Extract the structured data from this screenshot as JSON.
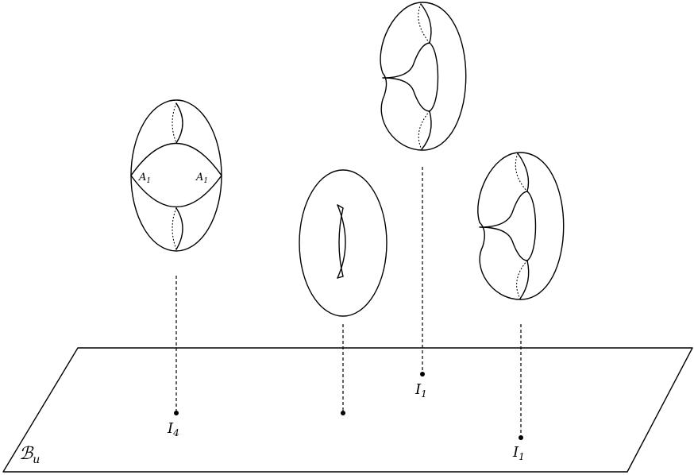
{
  "base": {
    "label": "ℬ",
    "subscript": "u"
  },
  "fibers": [
    {
      "id": "I4",
      "label": "I",
      "subscript": "4",
      "singular_point_label": "A",
      "singular_point_subscript": "1"
    },
    {
      "id": "smooth"
    },
    {
      "id": "I1_top",
      "label": "I",
      "subscript": "1"
    },
    {
      "id": "I1_right",
      "label": "I",
      "subscript": "1"
    }
  ]
}
